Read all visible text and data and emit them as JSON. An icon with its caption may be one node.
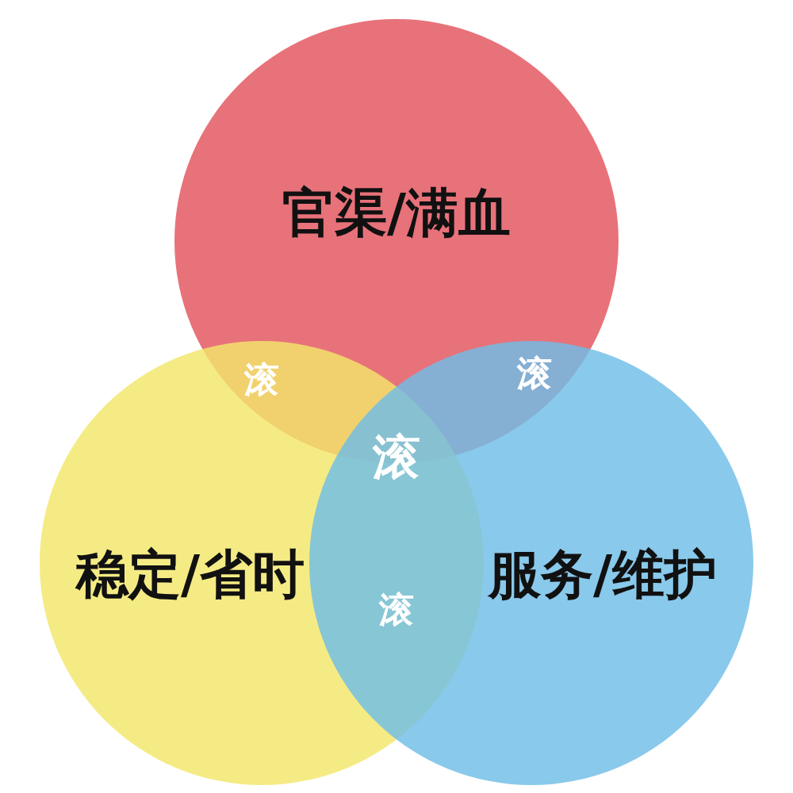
{
  "diagram": {
    "nodes": [
      {
        "text": [
          "官渠/满血"
        ]
      },
      {
        "text": [
          "稳定/省时"
        ]
      },
      {
        "text": [
          "服务/维护"
        ]
      }
    ],
    "labels": [
      "滚",
      "滚",
      "滚",
      "滚"
    ]
  }
}
